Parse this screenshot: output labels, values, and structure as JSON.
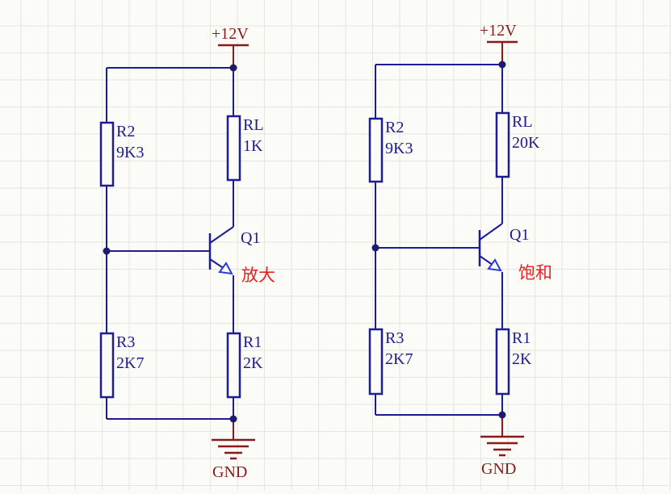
{
  "colors": {
    "wire": "#1c1c96",
    "power": "#8a1a1a",
    "note": "#e82020",
    "grid": "#e6e6de",
    "background": "#fbfbf7"
  },
  "circuits": [
    {
      "vcc": "+12V",
      "gnd": "GND",
      "r2": {
        "ref": "R2",
        "value": "9K3"
      },
      "rl": {
        "ref": "RL",
        "value": "1K"
      },
      "q1": {
        "ref": "Q1"
      },
      "r3": {
        "ref": "R3",
        "value": "2K7"
      },
      "r1": {
        "ref": "R1",
        "value": "2K"
      },
      "state": "放大"
    },
    {
      "vcc": "+12V",
      "gnd": "GND",
      "r2": {
        "ref": "R2",
        "value": "9K3"
      },
      "rl": {
        "ref": "RL",
        "value": "20K"
      },
      "q1": {
        "ref": "Q1"
      },
      "r3": {
        "ref": "R3",
        "value": "2K7"
      },
      "r1": {
        "ref": "R1",
        "value": "2K"
      },
      "state": "饱和"
    }
  ]
}
